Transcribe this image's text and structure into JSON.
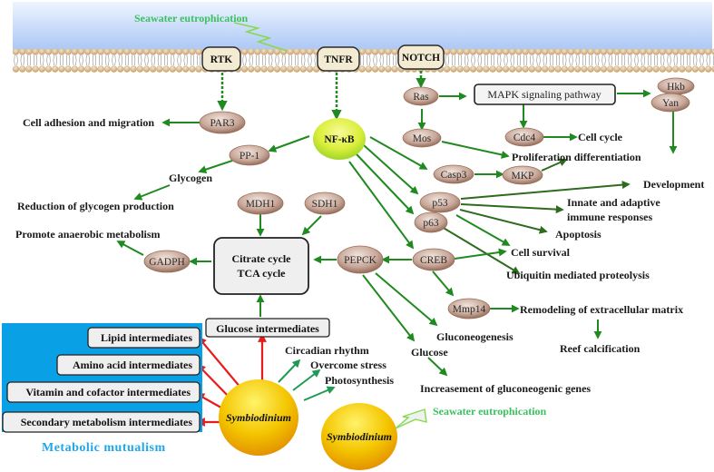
{
  "title": "Coral–Symbiodinium signaling and metabolic pathway diagram",
  "colors": {
    "sea_top": "#eef4ff",
    "sea_bottom": "#a9c6f5",
    "arrow_green": "#1f8a1f",
    "arrow_dark_green": "#2e6b1e",
    "arrow_red": "#e81c1c",
    "arrow_teal": "#1e9a52",
    "eutrophication": "#3cc060",
    "metabolic_panel": "#0aa0e6",
    "metabolic_label": "#1fa7e8",
    "protein_fill": "#c8a89a",
    "nfkb_fill": "#d9ef3a",
    "symbiodinium_fill": "#f5c400"
  },
  "environment": {
    "eutrophication_top": "Seawater eutrophication",
    "eutrophication_bottom": "Seawater eutrophication"
  },
  "receptors": [
    {
      "id": "rtk",
      "label": "RTK"
    },
    {
      "id": "tnfr",
      "label": "TNFR"
    },
    {
      "id": "notch",
      "label": "NOTCH"
    }
  ],
  "proteins": [
    {
      "id": "par3",
      "label": "PAR3"
    },
    {
      "id": "pp1",
      "label": "PP-1"
    },
    {
      "id": "mdh1",
      "label": "MDH1"
    },
    {
      "id": "sdh1",
      "label": "SDH1"
    },
    {
      "id": "gadph",
      "label": "GADPH"
    },
    {
      "id": "pepck",
      "label": "PEPCK"
    },
    {
      "id": "creb",
      "label": "CREB"
    },
    {
      "id": "p63",
      "label": "p63"
    },
    {
      "id": "p53",
      "label": "p53"
    },
    {
      "id": "casp3",
      "label": "Casp3"
    },
    {
      "id": "mkp",
      "label": "MKP"
    },
    {
      "id": "ras",
      "label": "Ras"
    },
    {
      "id": "mos",
      "label": "Mos"
    },
    {
      "id": "cdc4",
      "label": "Cdc4"
    },
    {
      "id": "hkb",
      "label": "Hkb"
    },
    {
      "id": "yan",
      "label": "Yan"
    },
    {
      "id": "mmp14",
      "label": "Mmp14"
    }
  ],
  "hub": {
    "id": "nfkb",
    "label": "NF-κB"
  },
  "boxes": {
    "mapk": "MAPK signaling pathway",
    "tca_line1": "Citrate cycle",
    "tca_line2": "TCA cycle",
    "glucose_intermediates": "Glucose intermediates"
  },
  "outcomes": {
    "cell_adhesion": "Cell adhesion and migration",
    "glycogen": "Glycogen",
    "reduction_glycogen": "Reduction of glycogen production",
    "anaerobic": "Promote anaerobic metabolism",
    "cell_cycle": "Cell cycle",
    "proliferation": "Proliferation differentiation",
    "development": "Development",
    "immune_line1": "Innate and adaptive",
    "immune_line2": "immune responses",
    "apoptosis": "Apoptosis",
    "cell_survival": "Cell survival",
    "ubiquitin": "Ubiquitin mediated proteolysis",
    "remodeling": "Remodeling of extracellular matrix",
    "reef_calcification": "Reef calcification",
    "gluconeogenesis": "Gluconeogenesis",
    "glucose": "Glucose",
    "increasement": "Increasement of gluconeogenic genes",
    "circadian": "Circadian rhythm",
    "overcome_stress": "Overcome stress",
    "photosynthesis": "Photosynthesis"
  },
  "metabolic_mutualism": {
    "title": "Metabolic  mutualism",
    "items": [
      "Lipid intermediates",
      "Amino acid intermediates",
      "Vitamin and cofactor intermediates",
      "Secondary metabolism intermediates"
    ]
  },
  "symbiodinium": {
    "healthy": "Symbiodinium",
    "stressed": "Symbiodinium"
  }
}
